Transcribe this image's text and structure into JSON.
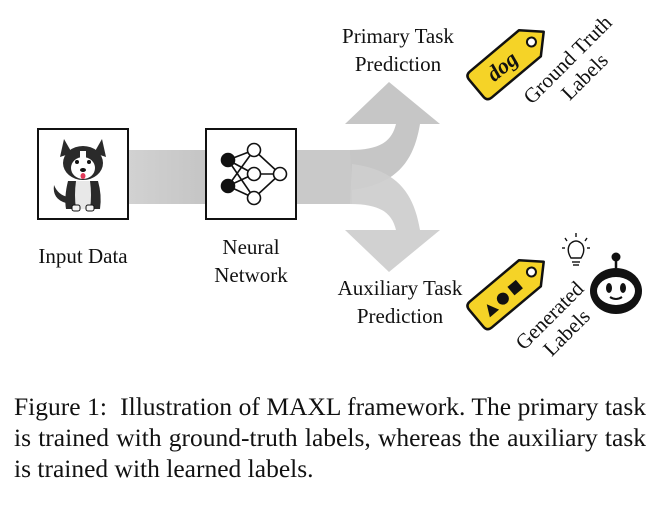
{
  "diagram": {
    "input_label": "Input Data",
    "network_label_line1": "Neural",
    "network_label_line2": "Network",
    "primary_label_line1": "Primary Task",
    "primary_label_line2": "Prediction",
    "auxiliary_label_line1": "Auxiliary Task",
    "auxiliary_label_line2": "Prediction",
    "ground_truth_tag_text": "dog",
    "ground_truth_line1": "Ground Truth",
    "ground_truth_line2": "Labels",
    "generated_line1": "Generated",
    "generated_line2": "Labels"
  },
  "colors": {
    "arrow": "#cfcfcf",
    "arrow_dark": "#bdbdbd",
    "tag_fill": "#f5d327",
    "outline": "#111111"
  },
  "icons": [
    "husky-dog-icon",
    "neural-network-icon",
    "label-tag-icon",
    "lightbulb-icon",
    "robot-icon"
  ],
  "caption": {
    "prefix": "Figure 1:",
    "text": "Illustration of MAXL framework. The primary task is trained with ground-truth labels, whereas the auxiliary task is trained with learned labels."
  }
}
